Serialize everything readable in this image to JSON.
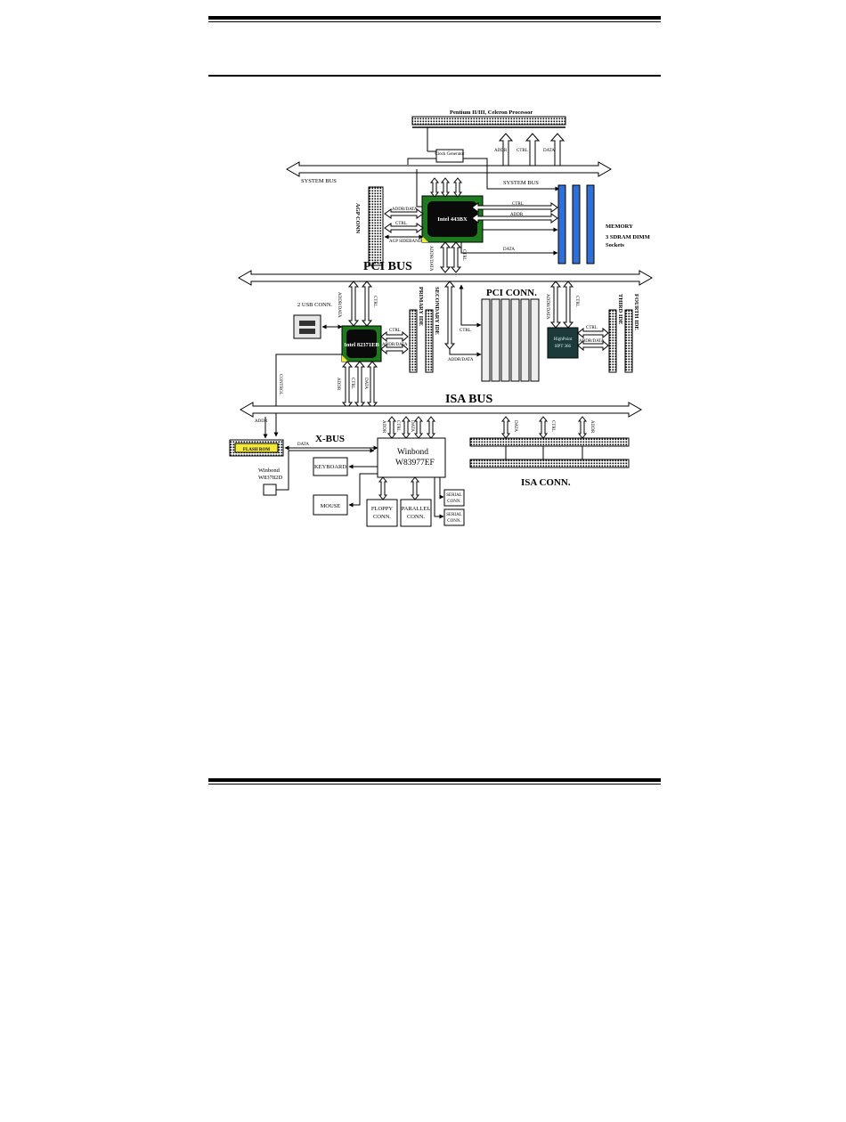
{
  "labels": {
    "processor": "Pentium II/III, Celeron Processor",
    "clock": "Clock Generator",
    "system_bus_left": "SYSTEM BUS",
    "system_bus_right": "SYSTEM BUS",
    "agp_conn": "AGP CONN",
    "north_bridge": "Intel 443BX",
    "memory": "MEMORY",
    "memory_sub": "3 SDRAM DIMM",
    "memory_sub2": "Sockets",
    "pci_bus": "PCI BUS",
    "pci_conn": "PCI CONN.",
    "usb": "2 USB CONN.",
    "south_bridge": "Intel 82371EB",
    "primary_ide": "PRIMARY IDE",
    "secondary_ide": "SECONDARY IDE",
    "highpoint_1": "HighPoint",
    "highpoint_2": "HPT 366",
    "third_ide": "THIRD IDE",
    "fourth_ide": "FOURTH IDE",
    "isa_bus": "ISA BUS",
    "x_bus": "X-BUS",
    "flash_rom": "FLASH ROM",
    "winbond_small_1": "Winbond",
    "winbond_small_2": "W83782D",
    "winbond_big_1": "Winbond",
    "winbond_big_2": "W83977EF",
    "keyboard": "KEYBOARD",
    "mouse": "MOUSE",
    "floppy_1": "FLOPPY",
    "floppy_2": "CONN.",
    "parallel_1": "PARALLEL",
    "parallel_2": "CONN.",
    "serial_a_1": "SERIAL",
    "serial_a_2": "CONN.",
    "serial_b_1": "SERIAL",
    "serial_b_2": "CONN.",
    "isa_conn": "ISA CONN."
  },
  "signals": {
    "addr": "ADDR",
    "ctrl": "CTRL",
    "data": "DATA",
    "addr_data": "ADDR/DATA",
    "agp_sideband": "AGP SIDEBAND",
    "control": "CONTROL"
  },
  "colors": {
    "north_bridge_border": "#1f7a1f",
    "south_bridge_border": "#1f7a1f",
    "chip_core": "#0a0a0a",
    "highpoint": "#1d3a3a",
    "memory_slot": "#2f6fd6",
    "flash_rom_fill": "#f4e83a"
  }
}
